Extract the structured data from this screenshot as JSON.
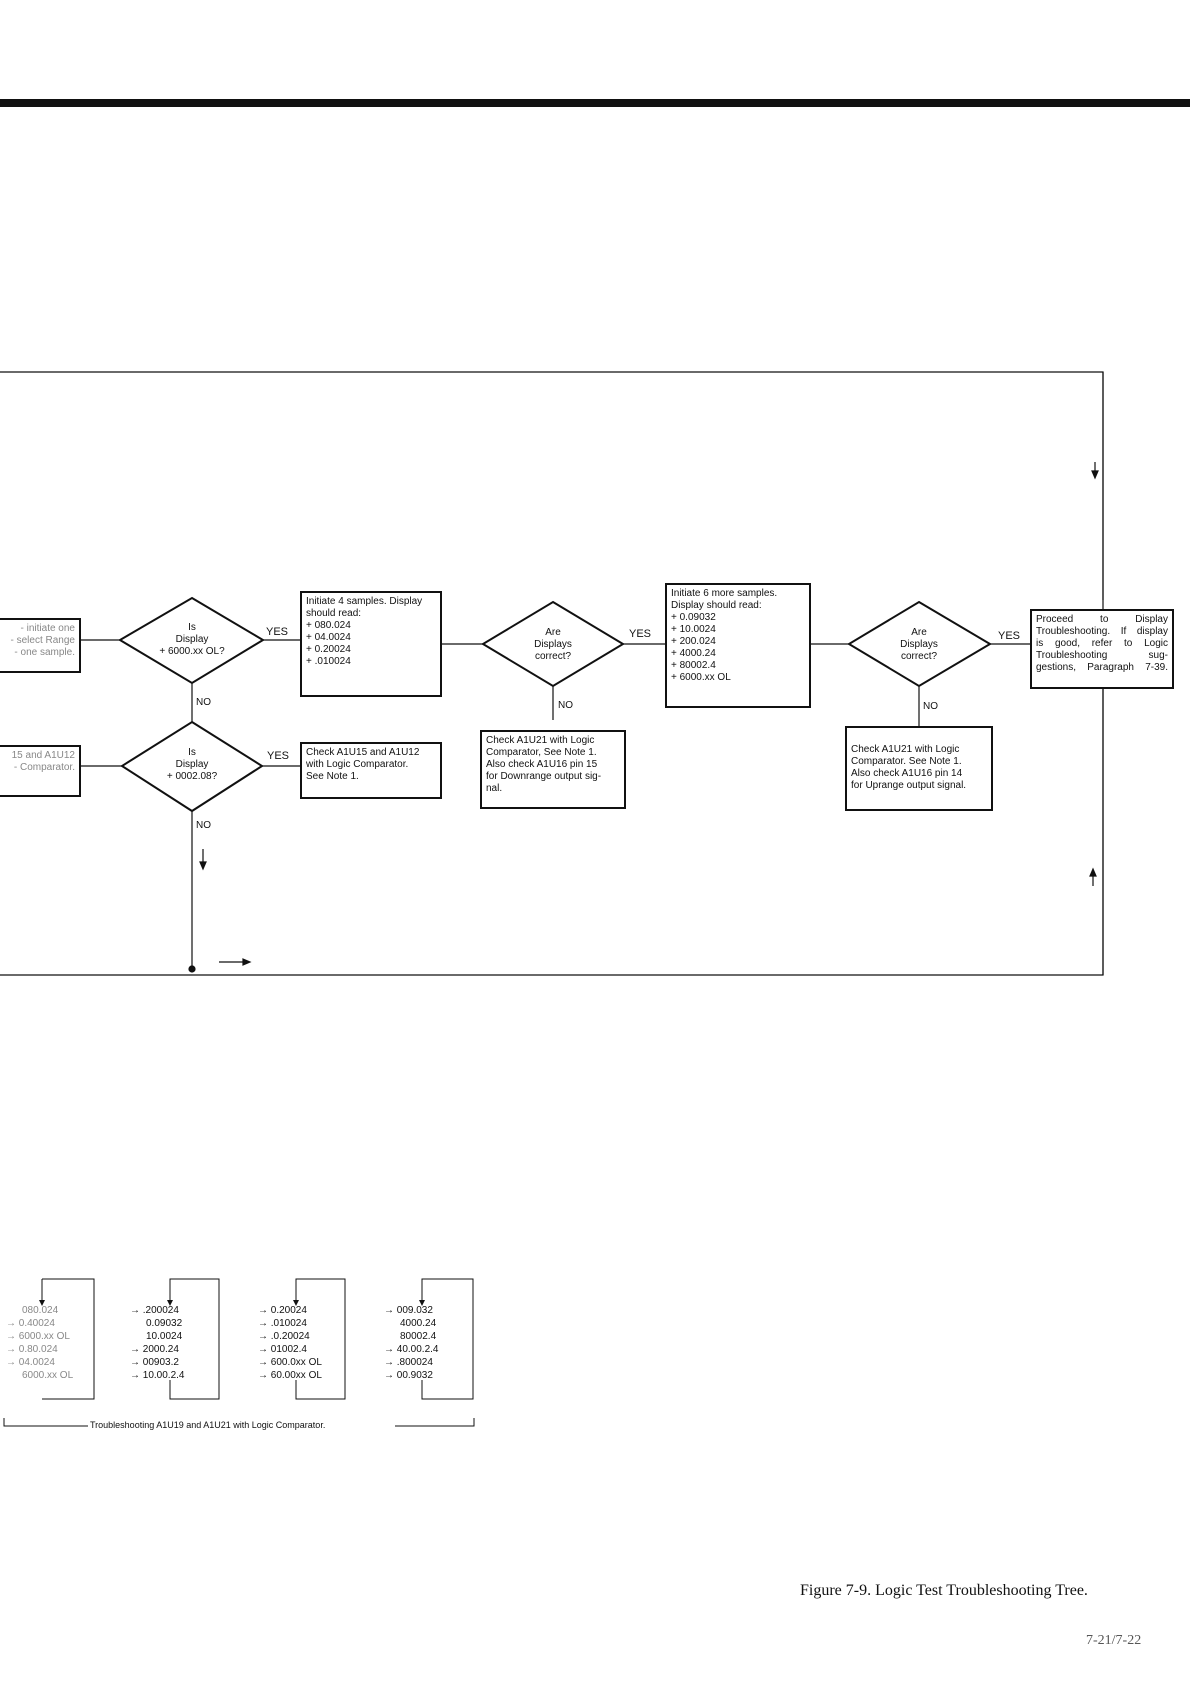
{
  "flowchart": {
    "partial_left_top": [
      "- initiate one",
      "- select Range",
      "- one sample."
    ],
    "partial_left_bottom": [
      "15 and A1U12",
      "- Comparator."
    ],
    "decision_display_6000": "Is\nDisplay\n+ 6000.xx OL?",
    "decision_display_0002": "Is\nDisplay\n+ 0002.08?",
    "decision_displays_correct_1": "Are\nDisplays\ncorrect?",
    "decision_displays_correct_2": "Are\nDisplays\ncorrect?",
    "box_initiate_4": [
      "Initiate 4 samples. Display",
      "should read:",
      "+ 080.024",
      "+ 04.0024",
      "+ 0.20024",
      "+ .010024"
    ],
    "box_check_a1u15": [
      "Check A1U15 and A1U12",
      "with Logic Comparator.",
      "See Note 1."
    ],
    "box_initiate_6": [
      "Initiate 6 more samples.",
      "Display should read:",
      "+ 0.09032",
      "+ 10.0024",
      "+ 200.024",
      "+ 4000.24",
      "+ 80002.4",
      "+ 6000.xx OL"
    ],
    "box_check_a1u21_down": [
      "Check A1U21 with Logic",
      "Comparator, See Note 1.",
      "Also check A1U16 pin 15",
      "for Downrange output sig-",
      "nal."
    ],
    "box_check_a1u21_up": [
      "Check A1U21 with Logic",
      "Comparator. See Note 1.",
      "Also check A1U16 pin 14",
      "for Uprange output signal."
    ],
    "box_proceed": [
      "Proceed to Display",
      "Troubleshooting. If display",
      "is good, refer to Logic",
      "Troubleshooting sug-",
      "gestions, Paragraph 7-39."
    ],
    "labels": {
      "yes": "YES",
      "no": "NO"
    }
  },
  "sequences": {
    "col1": [
      "080.024",
      "0.40024",
      "6000.xx OL",
      "0.80.024",
      "04.0024",
      "6000.xx OL"
    ],
    "col2": [
      ".200024",
      "0.09032",
      "10.0024",
      "2000.24",
      "00903.2",
      "10.00.2.4"
    ],
    "col3": [
      "0.20024",
      ".010024",
      ".0.20024",
      "01002.4",
      "600.0xx OL",
      "60.00xx OL"
    ],
    "col4": [
      "009.032",
      "4000.24",
      "80002.4",
      "40.00.2.4",
      ".800024",
      "00.9032"
    ],
    "caption": "Troubleshooting A1U19 and A1U21 with Logic Comparator."
  },
  "figure_caption": "Figure 7-9.  Logic Test Troubleshooting Tree.",
  "page_number": "7-21/7-22"
}
